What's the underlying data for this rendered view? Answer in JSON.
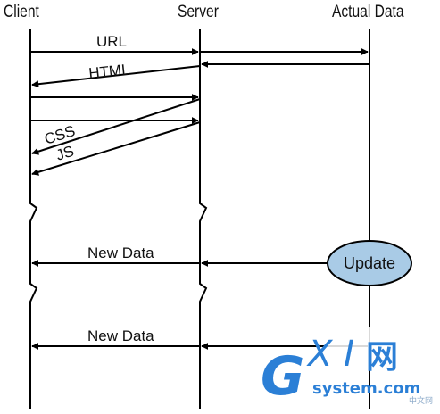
{
  "lifelines": {
    "client": "Client",
    "server": "Server",
    "actual_data": "Actual Data"
  },
  "messages": {
    "url": "URL",
    "html": "HTML",
    "css": "CSS",
    "js": "JS",
    "new_data_1": "New Data",
    "new_data_2": "New Data"
  },
  "update_node": {
    "label": "Update",
    "fill": "#a9cbe6"
  },
  "watermark": {
    "logo_g": "G",
    "logo_xi": "X I",
    "logo_cn": "网",
    "site": "system.com",
    "small": "中文网"
  }
}
